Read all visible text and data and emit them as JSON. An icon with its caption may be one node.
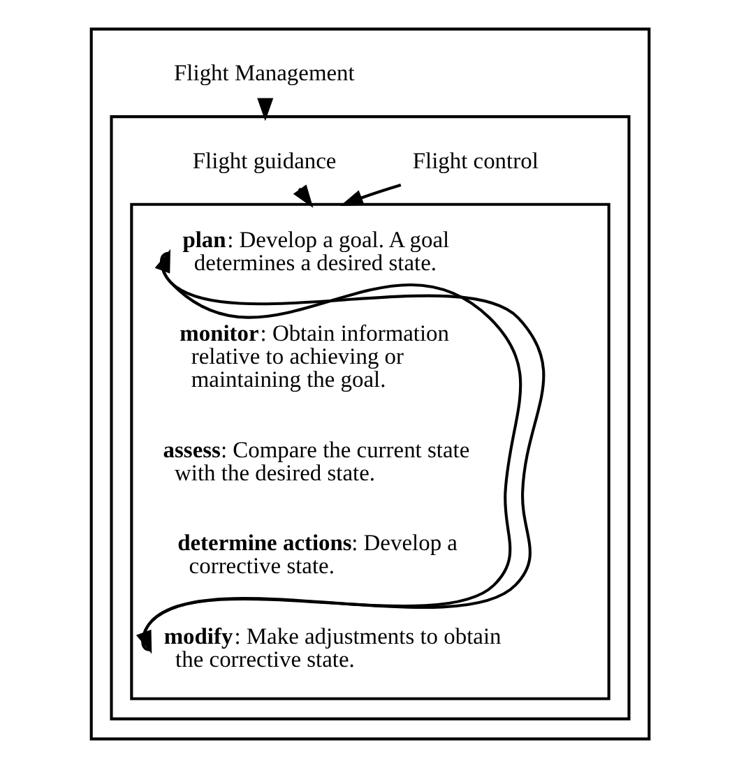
{
  "diagram": {
    "nodes": [
      {
        "text": [],
        "shape": "box"
      },
      {
        "text": [
          "Flight Management"
        ],
        "in": 0
      },
      {
        "text": [],
        "shape": "box",
        "in": 0
      },
      {
        "text": [
          "Flight guidance"
        ],
        "in": 2
      },
      {
        "text": [
          "Flight control"
        ],
        "in": 2
      },
      {
        "text": [],
        "shape": "box",
        "in": 2
      },
      {
        "text": [
          "**plan**: Develop a goal. A goal determines a desired state."
        ],
        "in": 5
      },
      {
        "text": [
          "**monitor**: Obtain information relative to achieving or maintaining the goal."
        ],
        "in": 5
      },
      {
        "text": [
          "**assess**: Compare the current state with the desired state."
        ],
        "in": 5
      },
      {
        "text": [
          "**determine actions**: Develop a corrective state."
        ],
        "in": 5
      },
      {
        "text": [
          "**modify**: Make adjustments to obtain the corrective state."
        ],
        "in": 5
      }
    ],
    "edges": [
      {
        "from": 1,
        "to": 2,
        "arrow": "to"
      },
      {
        "from": 3,
        "to": 5,
        "arrow": "to"
      },
      {
        "from": 4,
        "to": 5,
        "arrow": "to"
      },
      {
        "from": 6,
        "to": 10,
        "arrow": "to"
      },
      {
        "from": 10,
        "to": 6,
        "arrow": "to"
      }
    ]
  }
}
